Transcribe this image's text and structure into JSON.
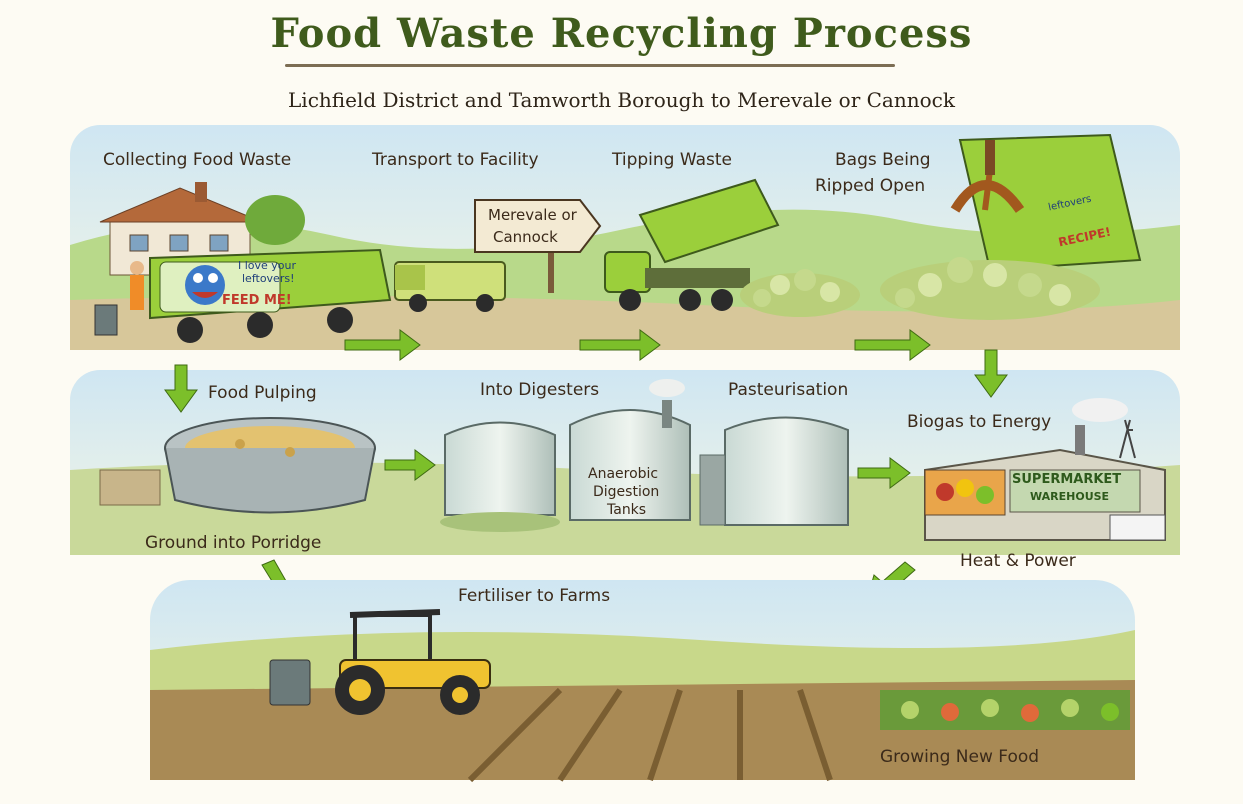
{
  "title": "Food Waste Recycling Process",
  "subtitle": "Lichfield District and Tamworth Borough to Merevale or Cannock",
  "steps": {
    "collecting": "Collecting Food Waste",
    "transport": "Transport to Facility",
    "tipping": "Tipping Waste",
    "bags_line1": "Bags Being",
    "bags_line2": "Ripped Open",
    "pulping": "Food Pulping",
    "porridge": "Ground into Porridge",
    "digesters": "Into Digesters",
    "pasteurisation": "Pasteurisation",
    "biogas": "Biogas to Energy",
    "heat_power": "Heat & Power",
    "fertiliser": "Fertiliser to Farms",
    "growing": "Growing New Food"
  },
  "signpost": {
    "line1": "Merevale or",
    "line2": "Cannock"
  },
  "truck": {
    "slogan1": "I love your",
    "slogan2": "leftovers!",
    "slogan3": "FEED ME!"
  },
  "tip_truck": {
    "text1": "leftovers",
    "text2": "RECIPE!"
  },
  "tanks": {
    "line1": "Anaerobic",
    "line2": "Digestion",
    "line3": "Tanks"
  },
  "supermarket": {
    "line1": "SUPERMARKET",
    "line2": "WAREHOUSE"
  },
  "colors": {
    "truck": "#9bcf3b",
    "arrow": "#7cbf2a",
    "title": "#3f5b1c",
    "sky": "#cfe6f2",
    "field": "#a98a55"
  }
}
